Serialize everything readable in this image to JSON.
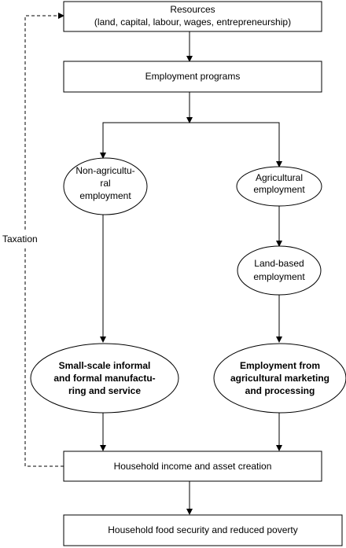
{
  "nodes": {
    "resources": {
      "lines": [
        "Resources",
        "(land, capital, labour, wages, entrepreneurship)"
      ]
    },
    "employment_programs": {
      "lines": [
        "Employment programs"
      ]
    },
    "non_agricultural": {
      "lines": [
        "Non-agricultu-",
        "ral",
        "employment"
      ]
    },
    "agricultural": {
      "lines": [
        "Agricultural",
        "employment"
      ]
    },
    "land_based": {
      "lines": [
        "Land-based",
        "employment"
      ]
    },
    "small_scale": {
      "lines": [
        "Small-scale informal",
        "and formal manufactu-",
        "ring and service"
      ]
    },
    "agri_marketing": {
      "lines": [
        "Employment from",
        "agricultural marketing",
        "and processing"
      ]
    },
    "household_income": {
      "lines": [
        "Household income and asset creation"
      ]
    },
    "food_security": {
      "lines": [
        "Household food security and reduced poverty"
      ]
    }
  },
  "side_label": "Taxation"
}
